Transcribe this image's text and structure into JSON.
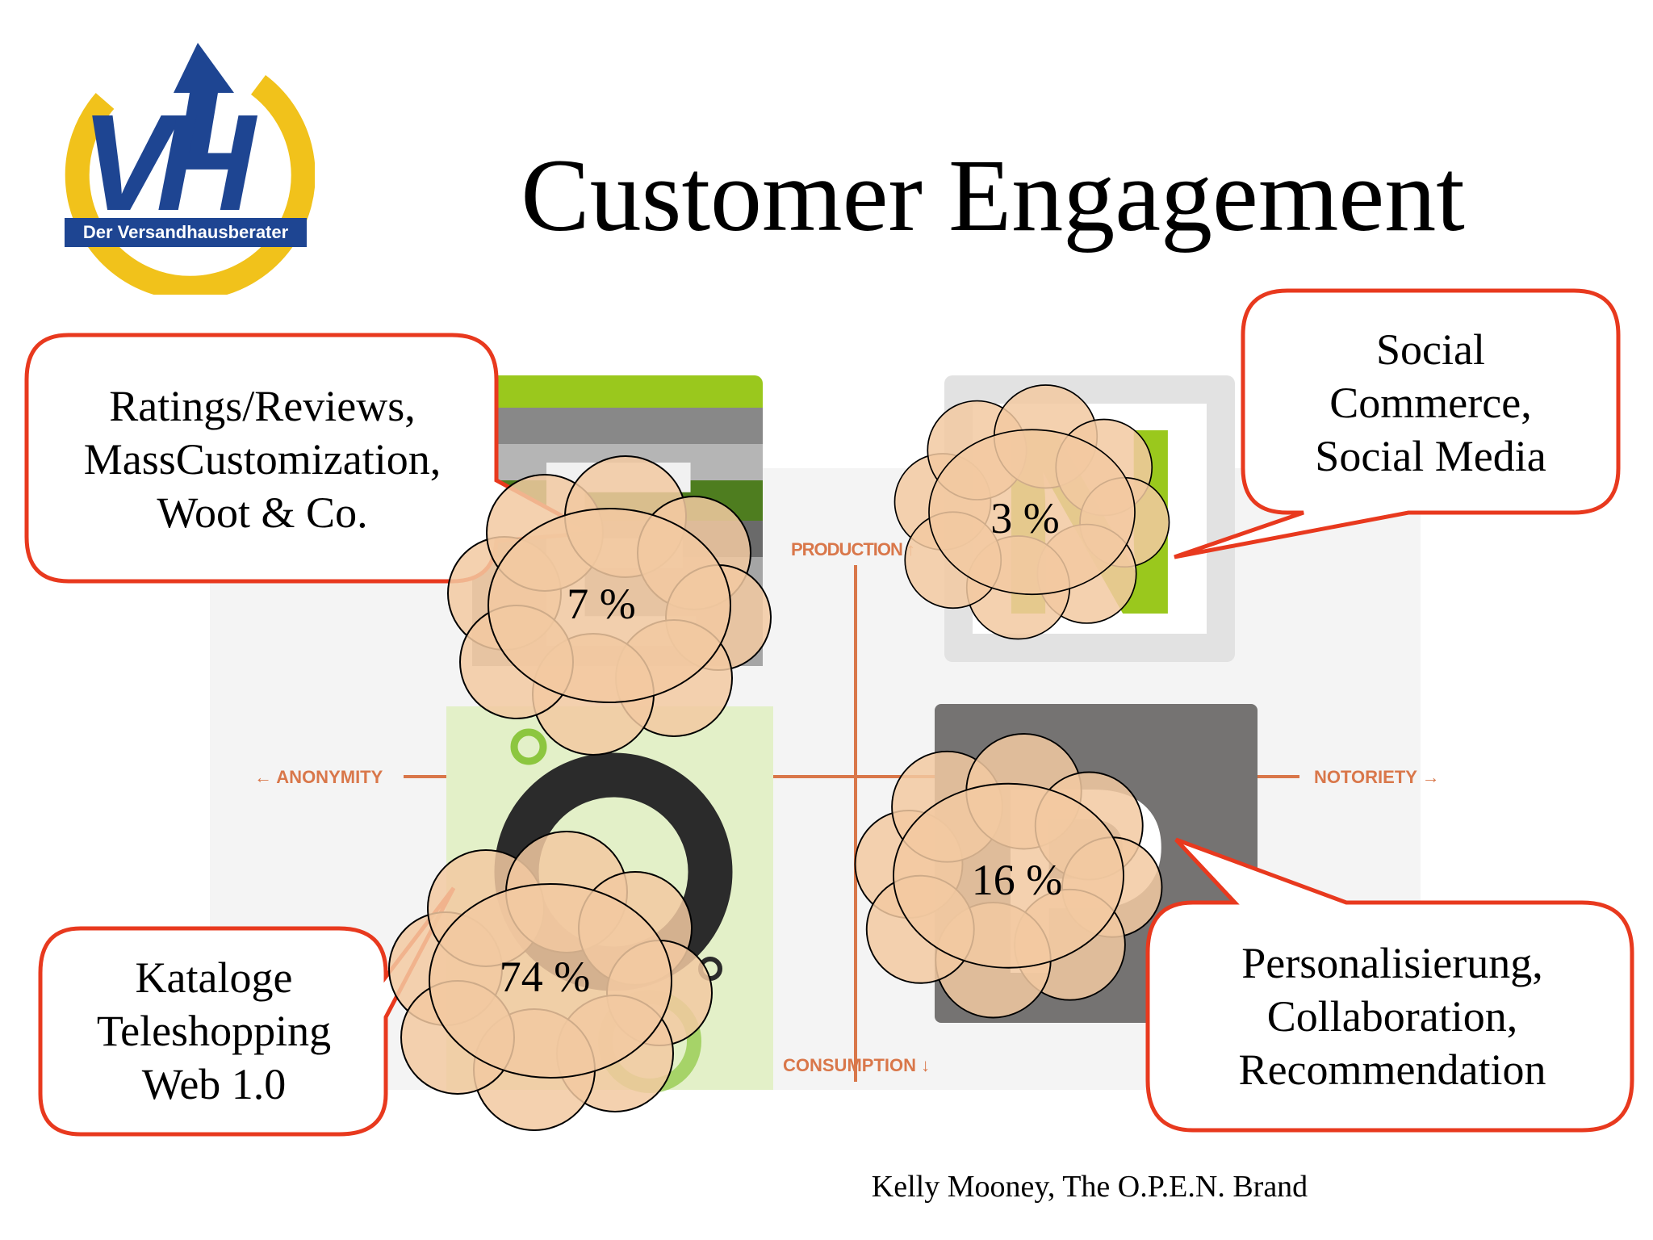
{
  "slide": {
    "title": "Customer Engagement",
    "citation": "Kelly Mooney, The O.P.E.N. Brand"
  },
  "logo": {
    "initials": "VH",
    "tagline": "Der Versandhausberater",
    "colors": {
      "ring": "#f1c21b",
      "letters": "#1e4592",
      "arrow": "#1e4592",
      "banner": "#1e4592"
    }
  },
  "diagram": {
    "letters": [
      "E",
      "N",
      "O",
      "P"
    ],
    "axes": {
      "top": "PRODUCTION ↑",
      "bottom": "CONSUMPTION ↓",
      "left": "← ANONYMITY",
      "right": "NOTORIETY →"
    },
    "axis_color": "#d9774a"
  },
  "callouts": {
    "top_left": {
      "lines": [
        "Ratings/Reviews,",
        "MassCustomization,",
        "Woot & Co."
      ],
      "percent": "7 %"
    },
    "top_right": {
      "lines": [
        "Social",
        "Commerce,",
        "Social Media"
      ],
      "percent": "3 %"
    },
    "bottom_left": {
      "lines": [
        "Kataloge",
        "Teleshopping",
        "Web 1.0"
      ],
      "percent": "74 %"
    },
    "bottom_right": {
      "lines": [
        "Personalisierung,",
        "Collaboration,",
        "Recommendation"
      ],
      "percent": "16 %"
    }
  },
  "colors": {
    "callout_border": "#e8391e",
    "cloud_fill": "#f2c9a1",
    "cloud_stroke": "#000000"
  }
}
